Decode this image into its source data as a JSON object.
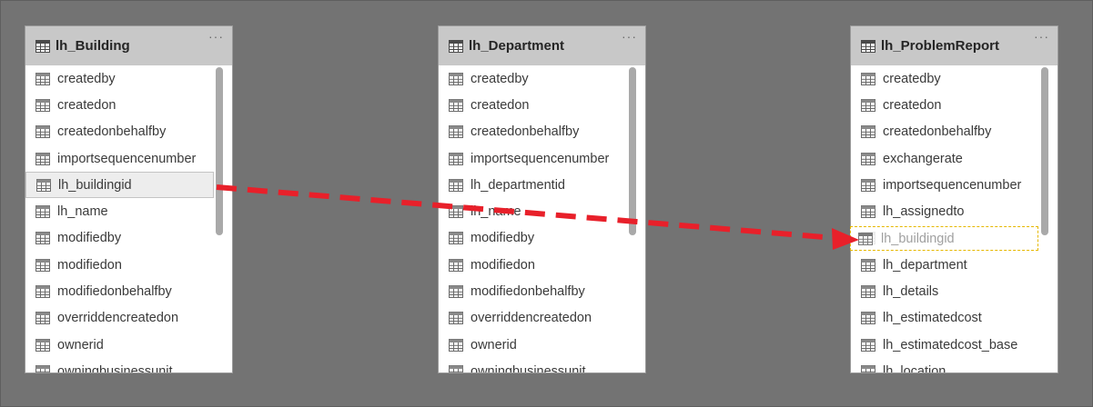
{
  "tables": [
    {
      "title": "lh_Building",
      "more": "···",
      "fields": [
        "createdby",
        "createdon",
        "createdonbehalfby",
        "importsequencenumber",
        "lh_buildingid",
        "lh_name",
        "modifiedby",
        "modifiedon",
        "modifiedonbehalfby",
        "overriddencreatedon",
        "ownerid",
        "owningbusinessunit"
      ]
    },
    {
      "title": "lh_Department",
      "more": "···",
      "fields": [
        "createdby",
        "createdon",
        "createdonbehalfby",
        "importsequencenumber",
        "lh_departmentid",
        "lh_name",
        "modifiedby",
        "modifiedon",
        "modifiedonbehalfby",
        "overriddencreatedon",
        "ownerid",
        "owningbusinessunit"
      ]
    },
    {
      "title": "lh_ProblemReport",
      "more": "···",
      "fields": [
        "createdby",
        "createdon",
        "createdonbehalfby",
        "exchangerate",
        "importsequencenumber",
        "lh_assignedto",
        "lh_building",
        "lh_department",
        "lh_details",
        "lh_estimatedcost",
        "lh_estimatedcost_base",
        "lh_location"
      ]
    }
  ],
  "drag": {
    "source_field": "lh_buildingid",
    "target_field": "lh_building",
    "ghost_label": "lh_buildingid",
    "arrow_color": "#e8202a",
    "drop_outline_color": "#e6b800"
  }
}
